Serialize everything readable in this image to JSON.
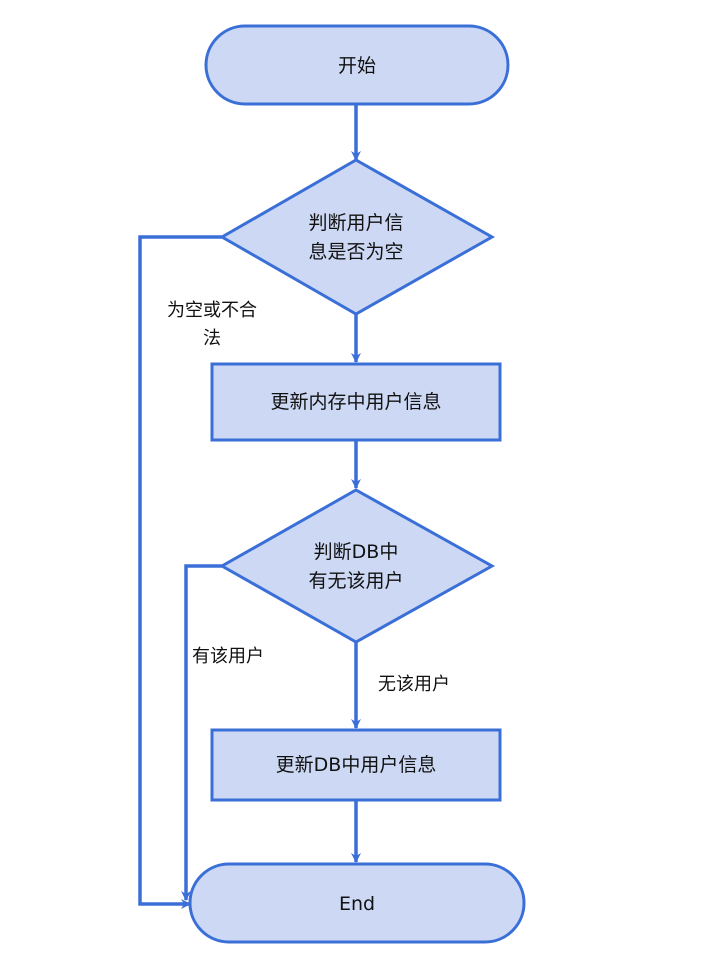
{
  "nodes": {
    "start": {
      "label": "开始"
    },
    "check_user": {
      "lines": [
        "判断用户信",
        "息是否为空"
      ]
    },
    "update_memory": {
      "label": "更新内存中用户信息"
    },
    "check_db": {
      "lines": [
        "判断DB中",
        "有无该用户"
      ]
    },
    "update_db": {
      "label": "更新DB中用户信息"
    },
    "end": {
      "label": "End"
    }
  },
  "edges": {
    "empty_or_invalid": {
      "lines": [
        "为空或不合",
        "法"
      ]
    },
    "user_exists": {
      "label": "有该用户"
    },
    "no_user": {
      "label": "无该用户"
    }
  },
  "colors": {
    "fill": "#cdd9f4",
    "stroke": "#3b6fd8"
  }
}
